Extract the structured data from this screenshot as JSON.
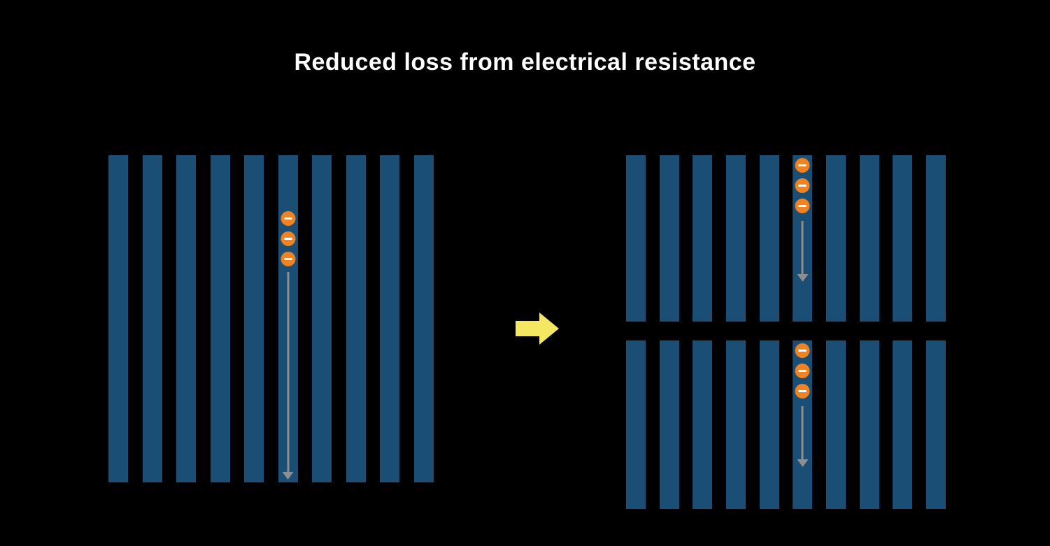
{
  "title": "Reduced loss from electrical resistance",
  "colors": {
    "background": "#000000",
    "title_text": "#ffffff",
    "bar": "#1b4e74",
    "electron": "#ef8222",
    "electron_minus": "#ffffff",
    "flow_arrow": "#8f8f8f",
    "transition_arrow": "#f6e763"
  },
  "panels": [
    {
      "id": "full-cell",
      "type": "full",
      "bar_count": 10,
      "electron_bar_index": 5,
      "electron_count": 3
    },
    {
      "id": "half-cell-top",
      "type": "half",
      "bar_count": 10,
      "electron_bar_index": 5,
      "electron_count": 3
    },
    {
      "id": "half-cell-bottom",
      "type": "half",
      "bar_count": 10,
      "electron_bar_index": 5,
      "electron_count": 3
    }
  ]
}
